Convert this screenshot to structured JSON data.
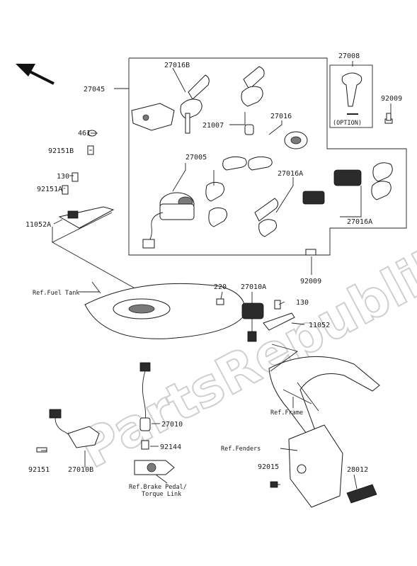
{
  "watermark": "PartsRepublik",
  "labels": {
    "p27016B": "27016B",
    "p27045": "27045",
    "p461": "461",
    "p92151B": "92151B",
    "p130a": "130",
    "p92151A": "92151A",
    "p11052A": "11052A",
    "p21007": "21007",
    "p27016": "27016",
    "p27005": "27005",
    "p27008": "27008",
    "p92009a": "92009",
    "p27016A_a": "27016A",
    "p27016A_b": "27016A",
    "p92009b": "92009",
    "ref_fuel_tank": "Ref.Fuel Tank",
    "p220": "220",
    "p27010A": "27010A",
    "p130b": "130",
    "p11052": "11052",
    "ref_frame": "Ref.Frame",
    "p27010": "27010",
    "p92144": "92144",
    "p92151": "92151",
    "p27010B": "27010B",
    "ref_brake_1": "Ref.Brake Pedal/",
    "ref_brake_2": "Torque Link",
    "ref_fenders": "Ref.Fenders",
    "p92015": "92015",
    "p28012": "28012",
    "option": "(OPTION)"
  },
  "icons": {
    "direction_arrow": "arrow-up-left-icon"
  }
}
